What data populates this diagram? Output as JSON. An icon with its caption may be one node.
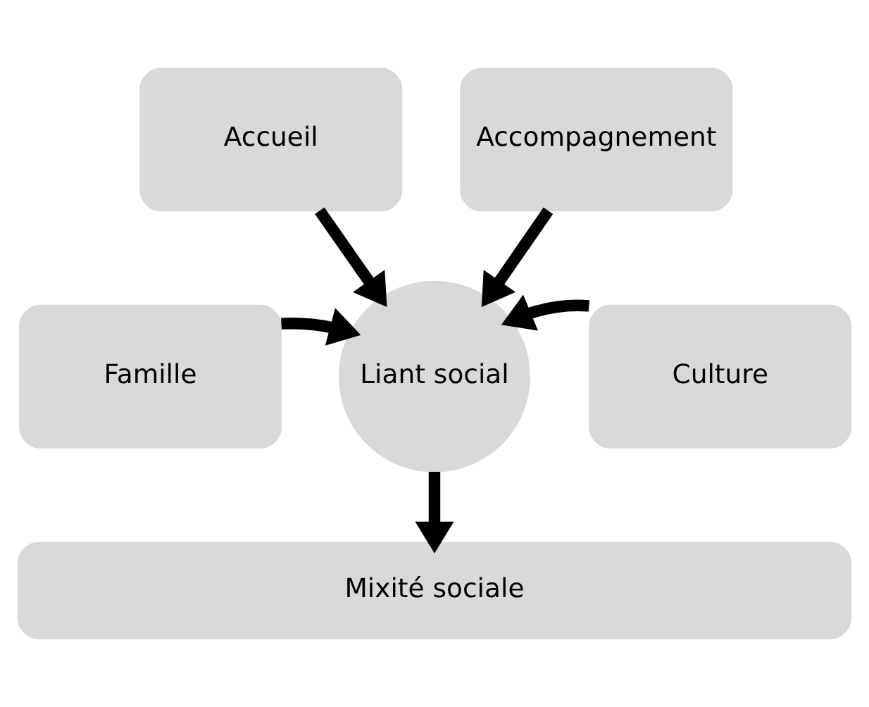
{
  "diagram": {
    "nodes": [
      {
        "text": [
          "Accueil"
        ]
      },
      {
        "text": [
          "Accompagnement"
        ]
      },
      {
        "text": [
          "Famille"
        ]
      },
      {
        "text": [
          "Culture"
        ]
      },
      {
        "text": [
          "Liant social"
        ]
      },
      {
        "text": [
          "Mixité sociale"
        ]
      }
    ],
    "edges": [
      {
        "from": 0,
        "to": 4,
        "arrow": "to"
      },
      {
        "from": 1,
        "to": 4,
        "arrow": "to"
      },
      {
        "from": 2,
        "to": 4,
        "arrow": "to"
      },
      {
        "from": 3,
        "to": 4,
        "arrow": "to"
      },
      {
        "from": 4,
        "to": 5,
        "arrow": "to"
      }
    ]
  }
}
